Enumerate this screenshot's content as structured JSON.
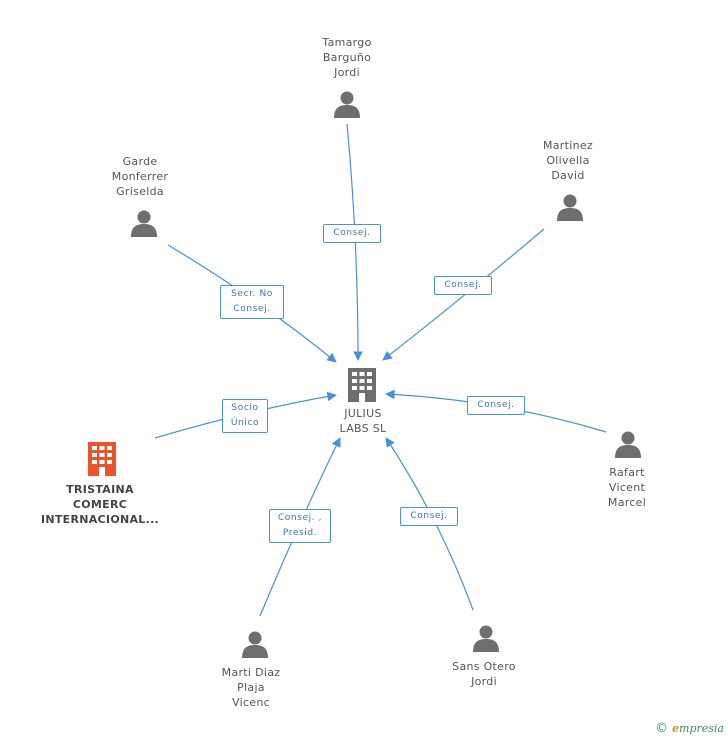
{
  "colors": {
    "edge": "#4a90d9",
    "person_icon": "#6e6e6e",
    "center_building": "#6e6e6e",
    "highlight_building": "#e8552d"
  },
  "center": {
    "lines": [
      "JULIUS",
      "LABS SL"
    ],
    "icon": "building-icon"
  },
  "nodes": [
    {
      "id": "tamargo",
      "lines": [
        "Tamargo",
        "Barguño",
        "Jordi"
      ],
      "icon": "person-icon"
    },
    {
      "id": "garde",
      "lines": [
        "Garde",
        "Monferrer",
        "Griselda"
      ],
      "icon": "person-icon"
    },
    {
      "id": "martinez",
      "lines": [
        "Martinez",
        "Olivella",
        "David"
      ],
      "icon": "person-icon"
    },
    {
      "id": "tristaina",
      "lines": [
        "TRISTAINA",
        "COMERC",
        "INTERNACIONAL..."
      ],
      "icon": "building-icon"
    },
    {
      "id": "rafart",
      "lines": [
        "Rafart",
        "Vicent",
        "Marcel"
      ],
      "icon": "person-icon"
    },
    {
      "id": "marti",
      "lines": [
        "Marti Diaz",
        "Plaja",
        "Vicenc"
      ],
      "icon": "person-icon"
    },
    {
      "id": "sans",
      "lines": [
        "Sans Otero",
        "Jordi"
      ],
      "icon": "person-icon"
    }
  ],
  "relations": [
    {
      "from": "tamargo",
      "lines": [
        "Consej."
      ]
    },
    {
      "from": "garde",
      "lines": [
        "Secr.  No",
        "Consej."
      ]
    },
    {
      "from": "martinez",
      "lines": [
        "Consej."
      ]
    },
    {
      "from": "tristaina",
      "lines": [
        "Socio",
        "Único"
      ]
    },
    {
      "from": "rafart",
      "lines": [
        "Consej."
      ]
    },
    {
      "from": "marti",
      "lines": [
        "Consej. ,",
        "Presid."
      ]
    },
    {
      "from": "sans",
      "lines": [
        "Consej."
      ]
    }
  ],
  "footer": {
    "copyright": "©",
    "brand_initial": "e",
    "brand_rest": "mpresia"
  }
}
